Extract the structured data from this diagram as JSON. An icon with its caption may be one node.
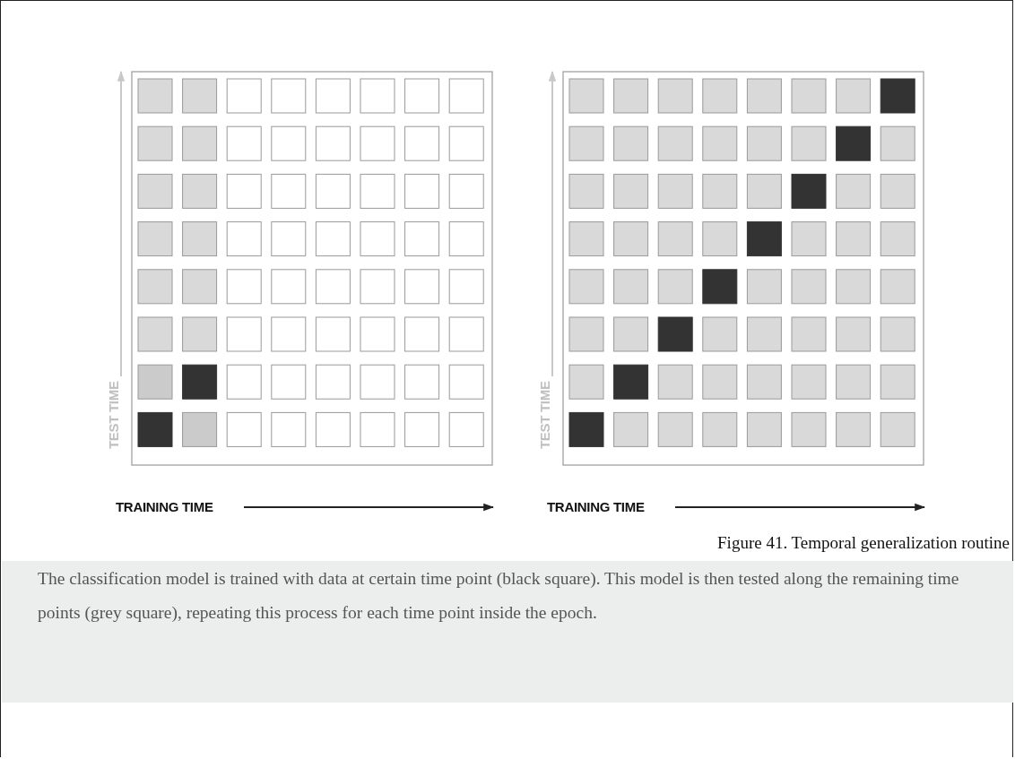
{
  "diagram": {
    "caption": "Figure 41. Temporal generalization routine",
    "labels": [
      "TEST TIME",
      "TRAINING TIME",
      "TEST TIME",
      "TRAINING TIME",
      "The classification model is trained with data at certain time point (black square). This model is then tested along the remaining time points (grey square), repeating this process for each time point inside the epoch."
    ]
  }
}
